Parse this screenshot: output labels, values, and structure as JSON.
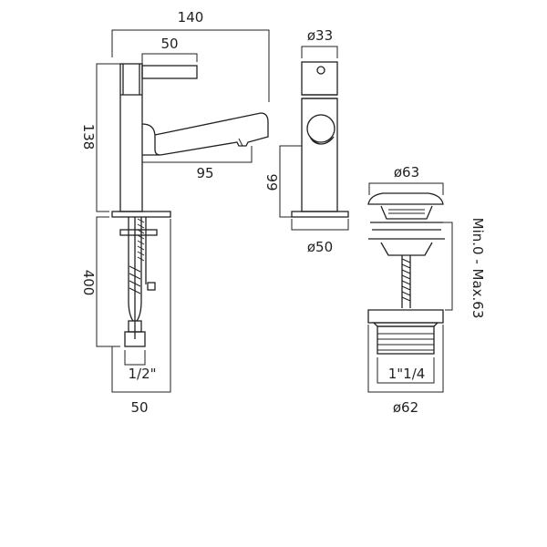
{
  "diagram": {
    "tap_front": {
      "overall_width": "140",
      "handle_width": "50",
      "height": "138",
      "spout_reach": "95",
      "tail_length": "400",
      "connector": "1/2\"",
      "base_width": "50"
    },
    "tap_side": {
      "top_diameter": "ø33",
      "body_height": "99",
      "base_diameter": "ø50"
    },
    "waste": {
      "cap_diameter": "ø63",
      "adjust_range": "Min.0 - Max.63",
      "thread": "1\"1/4",
      "flange_diameter": "ø62"
    }
  }
}
